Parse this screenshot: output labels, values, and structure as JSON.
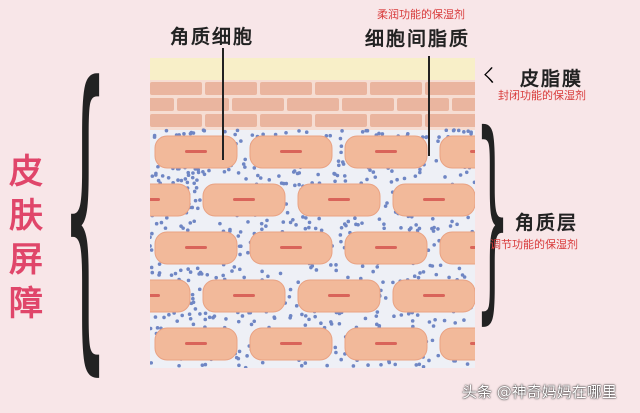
{
  "labels": {
    "corneocyte": "角质细胞",
    "lipid_note": "柔润功能的保湿剂",
    "lipid": "细胞间脂质",
    "sebum": "皮脂膜",
    "sebum_note": "封闭功能的保湿剂",
    "stratum": "角质层",
    "stratum_note": "调节功能的保湿剂",
    "barrier": "皮肤屏障"
  },
  "watermark": "头条 @神奇妈妈在哪里",
  "colors": {
    "background": "#f8e6e8",
    "cell": "#f2b99a",
    "brick": "#eab59f",
    "lipid_dots": "#6f86c4",
    "sebum": "#f8efc8",
    "note": "#d83a3a",
    "barrier": "#e0466a"
  }
}
